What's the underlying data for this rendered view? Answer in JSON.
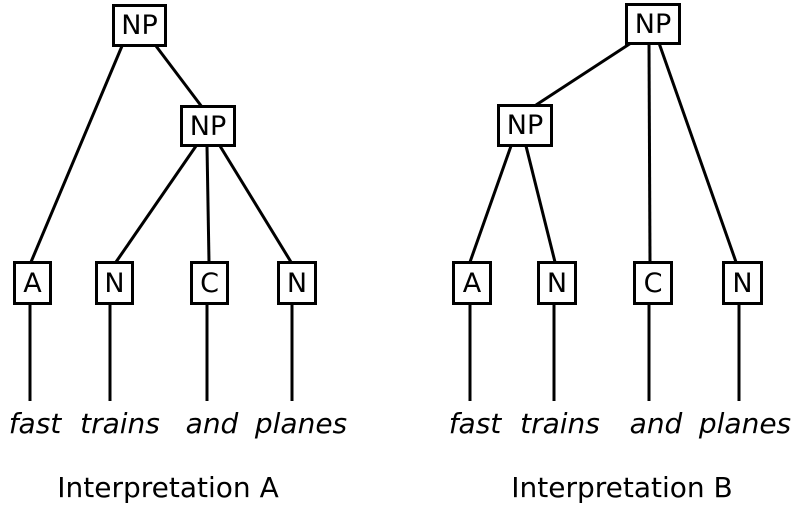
{
  "colors": {
    "stroke": "#000000",
    "background": "#ffffff"
  },
  "sentence": "fast trains and planes",
  "trees": [
    {
      "caption": "Interpretation A",
      "root": {
        "label": "NP"
      },
      "sub": {
        "label": "NP"
      },
      "leaves": [
        {
          "tag": "A",
          "word": "fast"
        },
        {
          "tag": "N",
          "word": "trains"
        },
        {
          "tag": "C",
          "word": "and"
        },
        {
          "tag": "N",
          "word": "planes"
        }
      ],
      "edges": [
        "NP(root) -> A",
        "NP(root) -> NP(sub)",
        "NP(sub) -> N(trains)",
        "NP(sub) -> C(and)",
        "NP(sub) -> N(planes)",
        "A -> fast",
        "N -> trains",
        "C -> and",
        "N -> planes"
      ]
    },
    {
      "caption": "Interpretation B",
      "root": {
        "label": "NP"
      },
      "sub": {
        "label": "NP"
      },
      "leaves": [
        {
          "tag": "A",
          "word": "fast"
        },
        {
          "tag": "N",
          "word": "trains"
        },
        {
          "tag": "C",
          "word": "and"
        },
        {
          "tag": "N",
          "word": "planes"
        }
      ],
      "edges": [
        "NP(root) -> NP(sub)",
        "NP(root) -> C(and)",
        "NP(root) -> N(planes)",
        "NP(sub) -> A(fast)",
        "NP(sub) -> N(trains)",
        "A -> fast",
        "N -> trains",
        "C -> and",
        "N -> planes"
      ]
    }
  ]
}
